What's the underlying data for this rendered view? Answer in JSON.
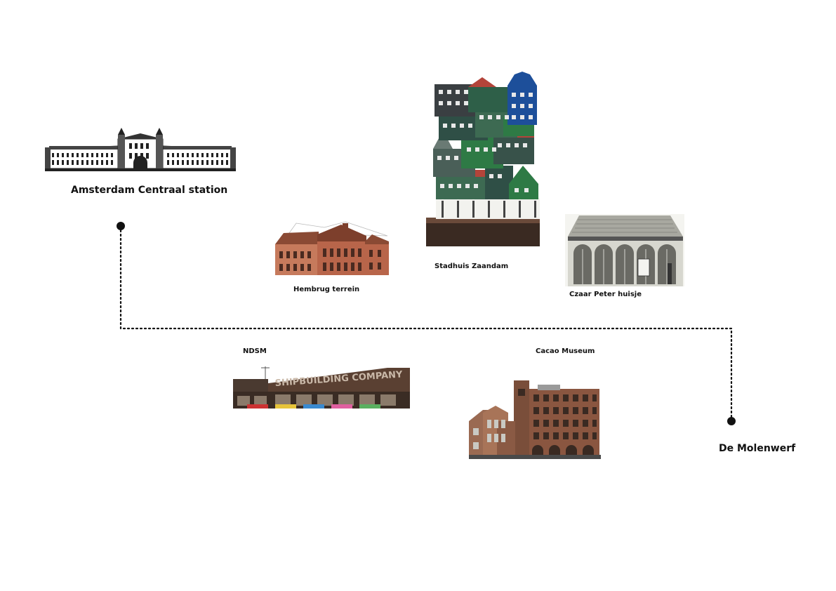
{
  "route": {
    "start_label": "Amsterdam Centraal station",
    "end_label": "De Molenwerf"
  },
  "landmarks": {
    "hembrug": "Hembrug terrein",
    "stadhuis": "Stadhuis Zaandam",
    "czaar": "Czaar Peter huisje",
    "ndsm": "NDSM",
    "cacao": "Cacao Museum"
  },
  "colors": {
    "line": "#111111",
    "brick": "#a0523a",
    "brick_dark": "#7a3b28",
    "zaan_green": "#2e6b45",
    "zaan_blue": "#1d4f9a",
    "stone": "#d7d7cf"
  }
}
